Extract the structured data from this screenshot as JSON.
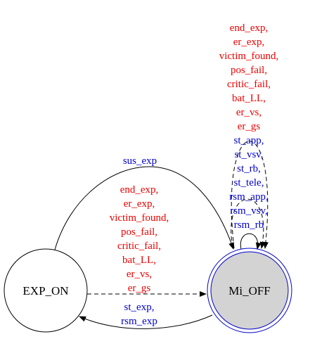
{
  "nodes": {
    "exp_on": {
      "label": "EXP_ON"
    },
    "mi_off": {
      "label": "Mi_OFF"
    }
  },
  "edges": {
    "top_arc": {
      "label": "sus_exp"
    },
    "middle": [
      "end_exp,",
      "er_exp,",
      "victim_found,",
      "pos_fail,",
      "critic_fail,",
      "bat_LL,",
      "er_vs,",
      "er_gs"
    ],
    "bottom": [
      "st_exp,",
      "rsm_exp"
    ],
    "self_red": [
      "end_exp,",
      "er_exp,",
      "victim_found,",
      "pos_fail,",
      "critic_fail,",
      "bat_LL,",
      "er_vs,",
      "er_gs"
    ],
    "self_blue": [
      "st_app,",
      "st_vsv,",
      "st_rb,",
      "st_tele,",
      "rsm_app,",
      "rsm_vsv,",
      "rsm_rb"
    ]
  },
  "colors": {
    "red": "#ee0000",
    "blue": "#0000cc",
    "accept_fill": "#d3d3d3"
  }
}
